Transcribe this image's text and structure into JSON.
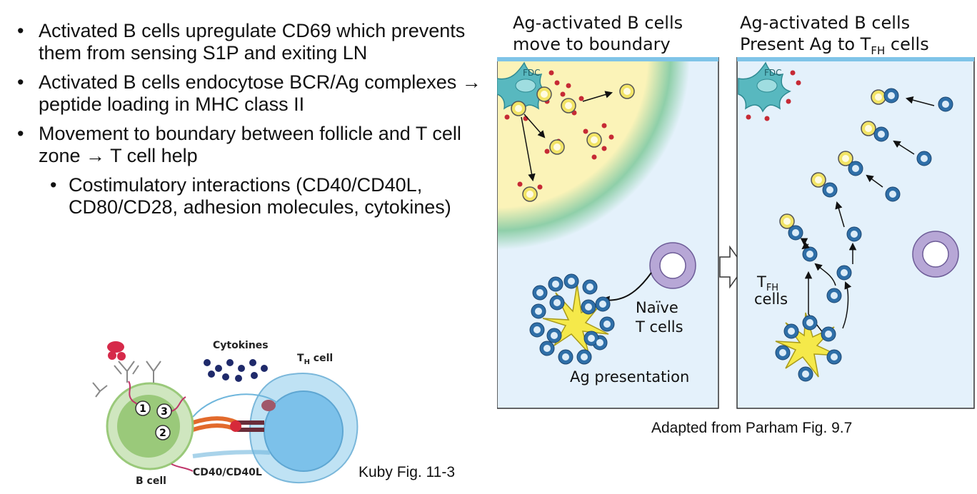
{
  "bullets": [
    {
      "text": "Activated B cells upregulate CD69 which prevents them from sensing S1P and exiting LN"
    },
    {
      "text": "Activated B cells endocytose BCR/Ag complexes → peptide loading in MHC class II"
    },
    {
      "text": " Movement to boundary between follicle and T cell zone → T cell help"
    }
  ],
  "sub_bullets": [
    {
      "text": "Costimulatory interactions (CD40/CD40L, CD80/CD28, adhesion molecules, cytokines)"
    }
  ],
  "kuby_figure": {
    "cytokines": "Cytokines",
    "th_cell_main": "T",
    "th_cell_sub": "H",
    "th_cell_rest": " cell",
    "b_cell": "B cell",
    "cd40_label": "CD40/CD40L",
    "step_1": "1",
    "step_2": "2",
    "step_3": "3",
    "caption": "Kuby Fig. 11-3"
  },
  "parham_figure": {
    "left_title_line1": "Ag-activated B cells",
    "left_title_line2": "move to boundary",
    "right_title_line1": "Ag-activated B cells",
    "right_title_line2_prefix": "Present Ag to T",
    "right_title_line2_sub": "FH",
    "right_title_line2_suffix": " cells",
    "fdc_label": "FDC",
    "naive_line1": "Naïve",
    "naive_line2": "T cells",
    "ag_presentation": "Ag presentation",
    "tfh_main": "T",
    "tfh_sub": "FH",
    "tfh_line2": "cells",
    "caption": "Adapted from Parham Fig. 9.7"
  },
  "colors": {
    "follicle_yellow": "#fbf3b8",
    "t_zone_blue": "#e4f1fb",
    "boundary_green": "#8fcfa9",
    "fdc_teal": "#58b8bf",
    "ag_red": "#c62a35",
    "b_cell_yellow": "#f2e466",
    "t_cell_blue": "#2f6fa8",
    "dendritic_yellow": "#f5e94a",
    "hev_lavender": "#b7a7d6",
    "kuby_bcell_green": "#9ac97a",
    "kuby_tcell_blue": "#7cc1ea",
    "cytokine_navy": "#1f2a6b"
  }
}
